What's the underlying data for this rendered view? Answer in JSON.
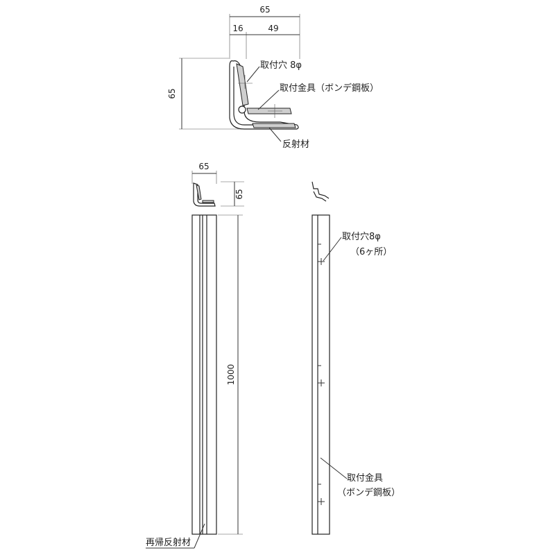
{
  "section_view": {
    "dim_width": "65",
    "dim_left": "16",
    "dim_right": "49",
    "dim_height": "65",
    "label_hole": "取付穴 8φ",
    "label_bracket": "取付金具（ボンデ鋼板）",
    "label_reflector": "反射材"
  },
  "front_view": {
    "dim_small_width": "65",
    "dim_small_height": "65",
    "dim_length": "1000",
    "label_retroreflector": "再帰反射材"
  },
  "back_view": {
    "label_hole": "取付穴8φ",
    "label_hole_count": "（6ヶ所）",
    "label_bracket": "取付金具",
    "label_bracket_material": "（ボンデ鋼板）"
  }
}
